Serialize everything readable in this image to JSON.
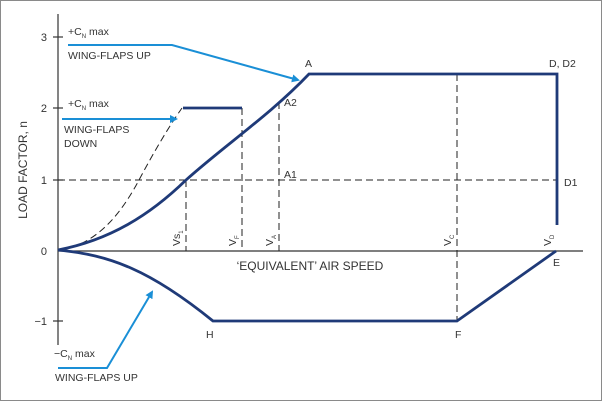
{
  "colors": {
    "curve": "#1f3a78",
    "arrow": "#1a8fd6",
    "axis": "#333333",
    "border": "#8a8a8a"
  },
  "y_axis": {
    "title": "LOAD FACTOR, n",
    "ticks": [
      "3",
      "2",
      "1",
      "0",
      "−1"
    ]
  },
  "x_axis": {
    "title": "‘EQUIVALENT’ AIR SPEED"
  },
  "speeds": [
    {
      "main": "Vs",
      "sub": "1"
    },
    {
      "main": "V",
      "sub": "F"
    },
    {
      "main": "V",
      "sub": "A"
    },
    {
      "main": "V",
      "sub": "C"
    },
    {
      "main": "V",
      "sub": "D"
    }
  ],
  "points": {
    "A": "A",
    "D": "D, D2",
    "A2": "A2",
    "A1": "A1",
    "D1": "D1",
    "E": "E",
    "F": "F",
    "H": "H"
  },
  "annotations": {
    "flaps_up_pos": {
      "cn_prefix": "+C",
      "cn_sub": "N",
      "cn_suffix": " max",
      "line1": "WING-FLAPS UP"
    },
    "flaps_down_pos": {
      "cn_prefix": "+C",
      "cn_sub": "N",
      "cn_suffix": " max",
      "line1": "WING-FLAPS",
      "line2": "DOWN"
    },
    "flaps_up_neg": {
      "cn_prefix": "−C",
      "cn_sub": "N",
      "cn_suffix": " max",
      "line1": "WING-FLAPS UP"
    }
  }
}
